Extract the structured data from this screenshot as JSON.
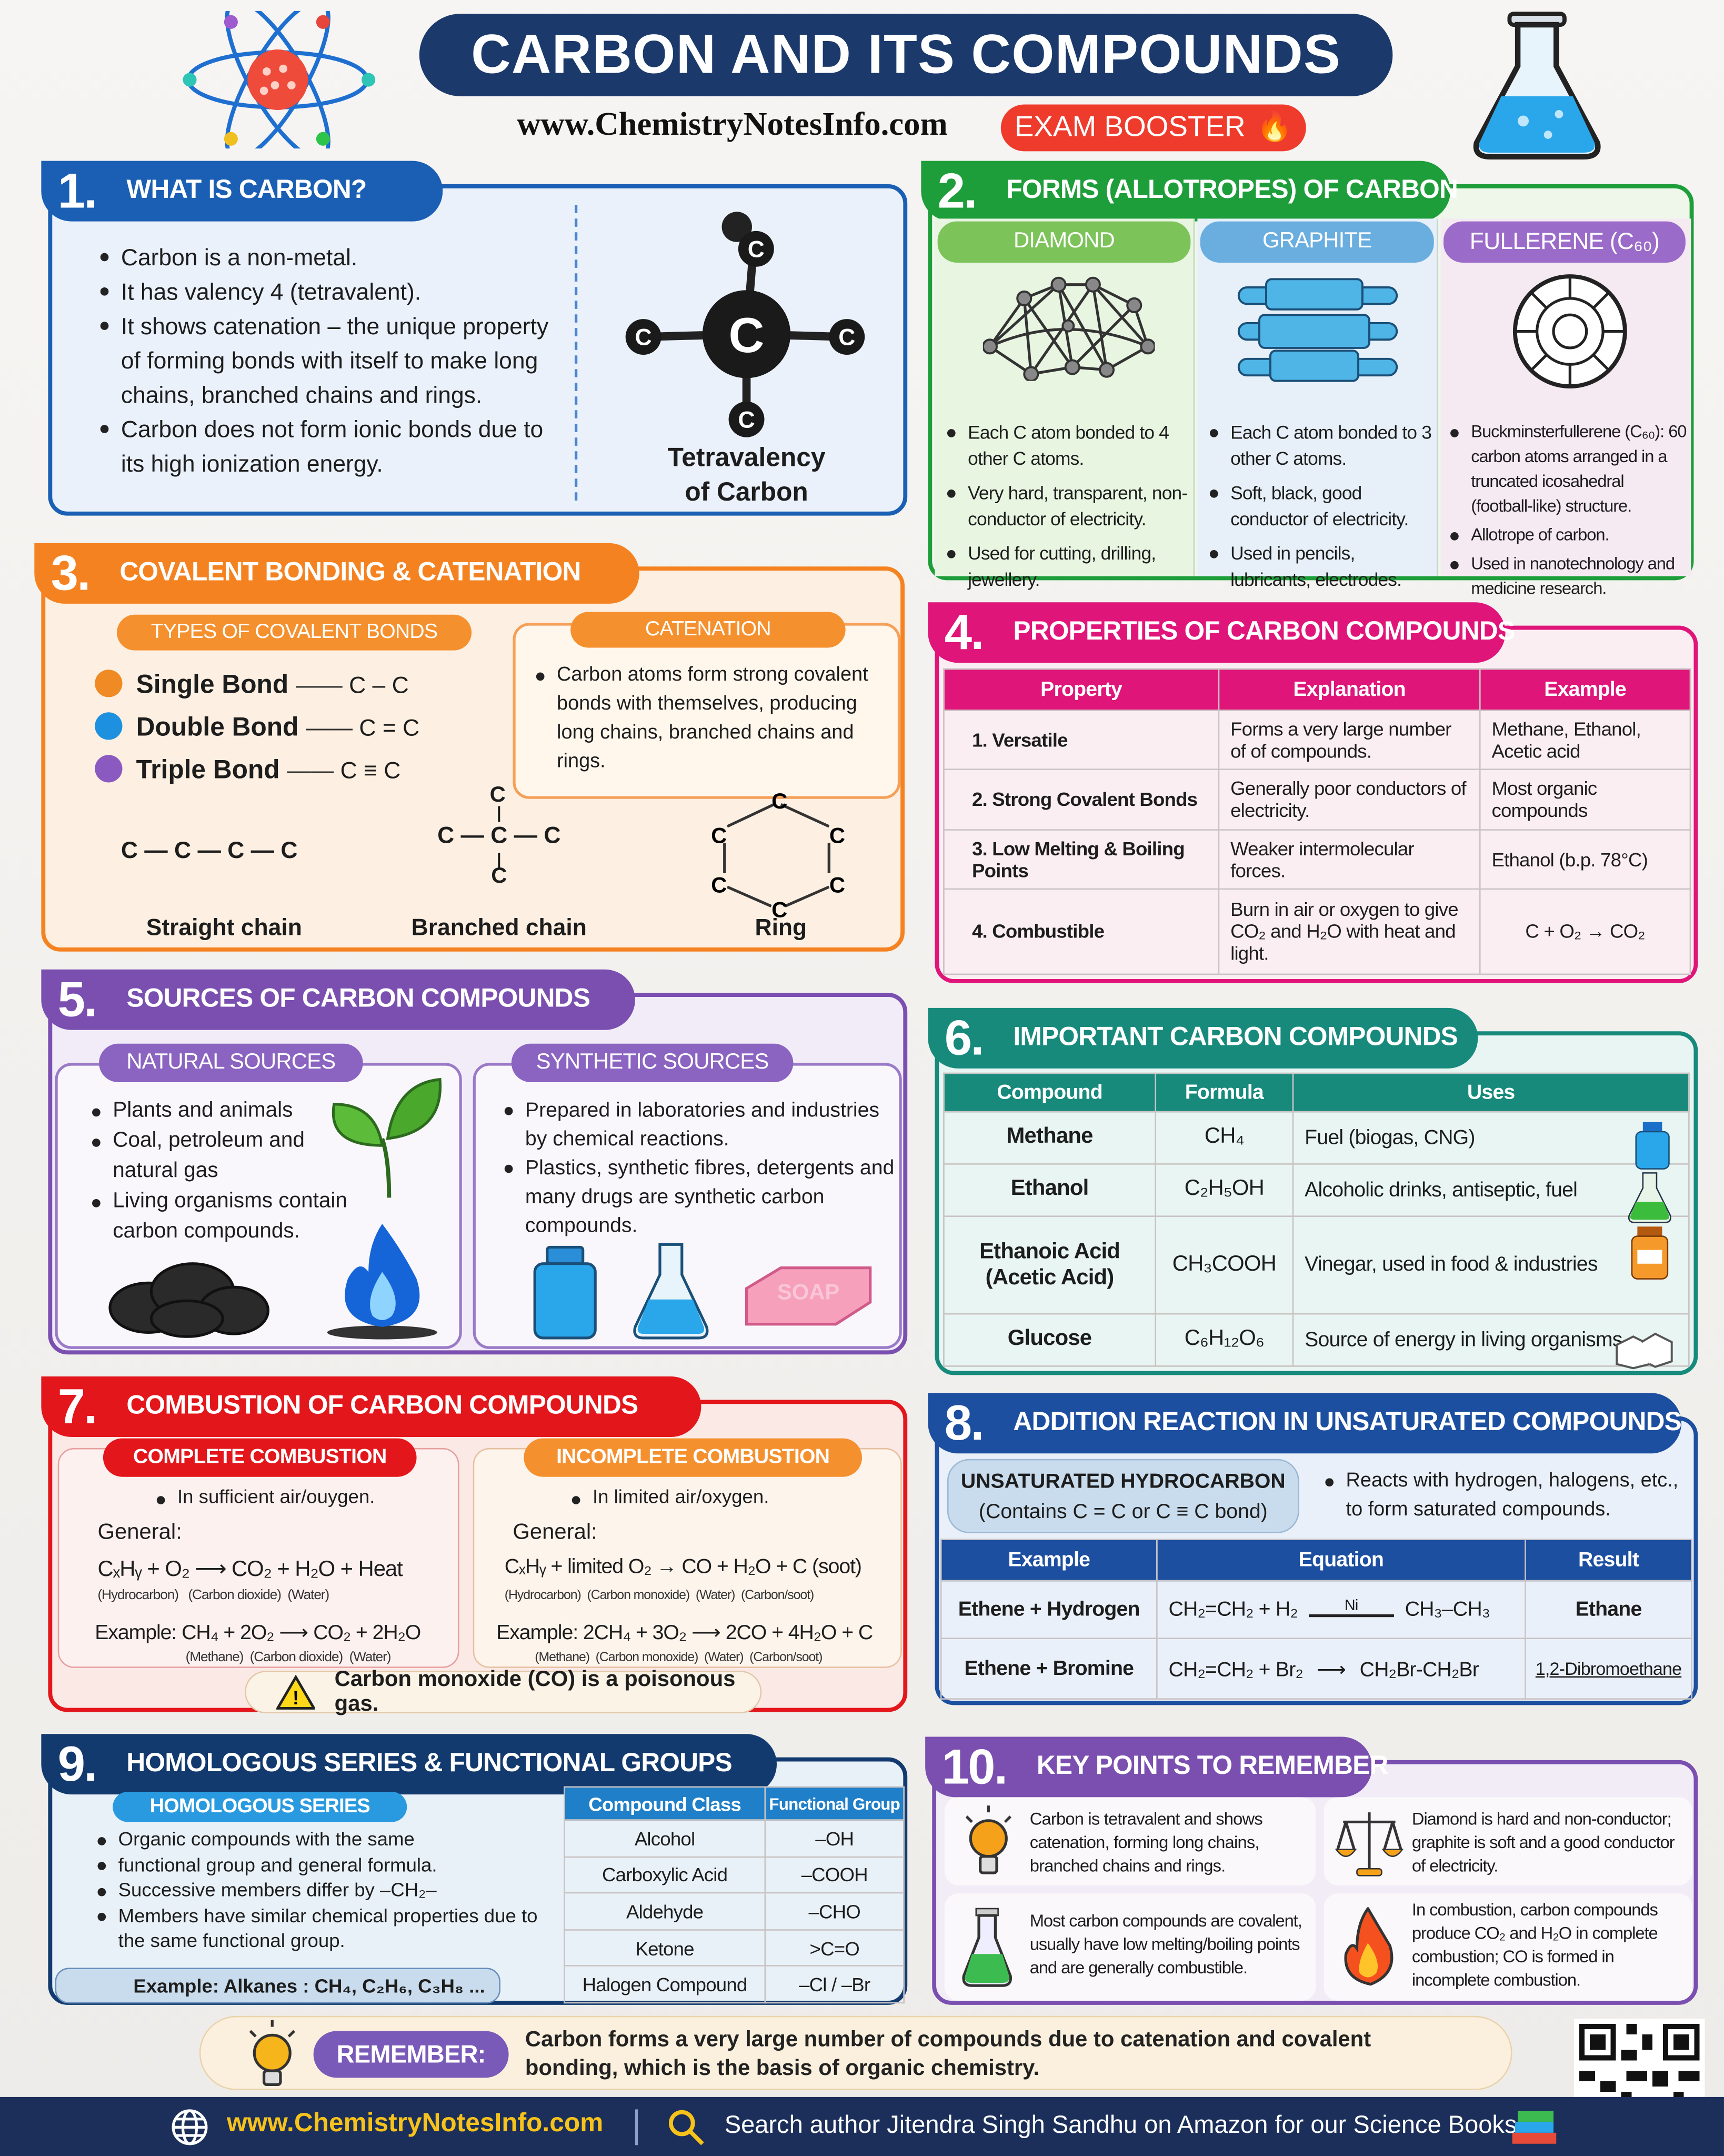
{
  "header": {
    "title": "CARBON AND ITS COMPOUNDS",
    "website": "www.ChemistryNotesInfo.com",
    "exam_booster": "EXAM BOOSTER",
    "icons": [
      "atom-icon",
      "flask-icon",
      "fire-icon"
    ]
  },
  "s1": {
    "num": "1.",
    "title": "WHAT IS CARBON?",
    "bullets": [
      "Carbon is a non-metal.",
      "It has valency 4 (tetravalent).",
      "It shows catenation – the unique property of forming bonds with itself to make long chains, branched chains and rings.",
      "Carbon does not form ionic bonds due to its high ionization energy."
    ],
    "atom": "C",
    "caption1": "Tetravalency",
    "caption2": "of Carbon"
  },
  "s2": {
    "num": "2.",
    "title": "FORMS (ALLOTROPES) OF CARBON",
    "columns": [
      {
        "name": "DIAMOND",
        "bullets": [
          "Each C atom bonded to 4 other C atoms.",
          "Very hard, transparent, non-conductor of electricity.",
          "Used for cutting, drilling, jewellery."
        ]
      },
      {
        "name": "GRAPHITE",
        "bullets": [
          "Each C atom bonded to 3 other C atoms.",
          "Soft, black, good conductor of electricity.",
          "Used in pencils, lubricants, electrodes."
        ]
      },
      {
        "name": "FULLERENE (C₆₀)",
        "bullets": [
          "Buckminsterfullerene (C₆₀): 60 carbon atoms arranged in a truncated icosahedral (football-like) structure.",
          "Allotrope of carbon.",
          "Used in nanotechnology and medicine research."
        ]
      }
    ]
  },
  "s3": {
    "num": "3.",
    "title": "COVALENT BONDING & CATENATION",
    "types_title": "TYPES OF COVALENT BONDS",
    "bonds": [
      {
        "name": "Single Bond",
        "formula": "C – C",
        "color": "#f08a24"
      },
      {
        "name": "Double Bond",
        "formula": "C = C",
        "color": "#1e90e0"
      },
      {
        "name": "Triple Bond",
        "formula": "C ≡ C",
        "color": "#8a5ac0"
      }
    ],
    "catenation_title": "CATENATION",
    "catenation_text": "Carbon atoms form strong covalent bonds with themselves, producing long chains, branched chains and rings.",
    "straight_chain": "C — C — C — C",
    "branched_main": "C — C — C",
    "atom": "C",
    "straight_label": "Straight chain",
    "branched_label": "Branched chain",
    "ring_label": "Ring"
  },
  "s4": {
    "num": "4.",
    "title": "PROPERTIES OF CARBON COMPOUNDS",
    "headers": [
      "Property",
      "Explanation",
      "Example"
    ],
    "rows": [
      [
        "1. Versatile",
        "Forms a very large number of of compounds.",
        "Methane, Ethanol, Acetic acid"
      ],
      [
        "2. Strong Covalent Bonds",
        "Generally poor conductors of electricity.",
        "Most organic compounds"
      ],
      [
        "3. Low Melting & Boiling Points",
        "Weaker intermolecular forces.",
        "Ethanol (b.p. 78°C)"
      ],
      [
        "4. Combustible",
        "Burn in air or oxygen to give CO₂ and H₂O with heat and light.",
        "C + O₂ → CO₂"
      ]
    ]
  },
  "s5": {
    "num": "5.",
    "title": "SOURCES OF CARBON COMPOUNDS",
    "natural_title": "NATURAL SOURCES",
    "natural": [
      "Plants and animals",
      "Coal, petroleum and natural gas",
      "Living organisms contain carbon compounds."
    ],
    "synthetic_title": "SYNTHETIC SOURCES",
    "synthetic": [
      "Prepared in laboratories and industries by chemical reactions.",
      "Plastics, synthetic fibres, detergents and many drugs are synthetic carbon compounds."
    ],
    "soap": "SOAP"
  },
  "s6": {
    "num": "6.",
    "title": "IMPORTANT CARBON COMPOUNDS",
    "headers": [
      "Compound",
      "Formula",
      "Uses"
    ],
    "rows": [
      {
        "compound": "Methane",
        "formula": "CH₄",
        "uses": "Fuel (biogas, CNG)",
        "icon": "bottle-icon"
      },
      {
        "compound": "Ethanol",
        "formula": "C₂H₅OH",
        "uses": "Alcoholic drinks, antiseptic, fuel",
        "icon": "flask-icon"
      },
      {
        "compound": "Ethanoic Acid (Acetic Acid)",
        "formula": "CH₃COOH",
        "uses": "Vinegar, used in food & industries",
        "icon": "jar-icon"
      },
      {
        "compound": "Glucose",
        "formula": "C₆H₁₂O₆",
        "uses": "Source of energy in living organisms",
        "icon": "sugar-cubes-icon"
      }
    ]
  },
  "s7": {
    "num": "7.",
    "title": "COMBUSTION OF CARBON COMPOUNDS",
    "complete": {
      "title": "COMPLETE COMBUSTION",
      "bullet": "In sufficient air/ouygen.",
      "general": "General:",
      "equation": "CₓHᵧ + O₂ ⟶ CO₂ + H₂O + Heat",
      "eq_labels": "(Hydrocarbon)   (Carbon dioxide)  (Water)",
      "example": "Example: CH₄ + 2O₂ ⟶ CO₂ + 2H₂O",
      "ex_labels": "(Methane)  (Carbon dioxide)  (Water)"
    },
    "incomplete": {
      "title": "INCOMPLETE COMBUSTION",
      "bullet": "In limited air/oxygen.",
      "general": "General:",
      "equation": "CₓHᵧ + limited O₂ → CO + H₂O + C (soot)",
      "eq_labels": "(Hydrocarbon)  (Carbon monoxide)  (Water)  (Carbon/soot)",
      "example": "Example: 2CH₄ + 3O₂ ⟶ 2CO + 4H₂O + C",
      "ex_labels": "(Methane)  (Carbon monoxide)  (Water)  (Carbon/soot)"
    },
    "warning": "Carbon monoxide (CO) is a poisonous gas."
  },
  "s8": {
    "num": "8.",
    "title": "ADDITION REACTION IN UNSATURATED COMPOUNDS",
    "box1": "UNSATURATED HYDROCARBON",
    "box2": "(Contains C = C or C ≡ C bond)",
    "bullet": "Reacts with hydrogen, halogens, etc., to form saturated compounds.",
    "headers": [
      "Example",
      "Equation",
      "Result"
    ],
    "rows": [
      {
        "example": "Ethene + Hydrogen",
        "lhs": "CH₂=CH₂ + H₂",
        "catalyst": "Ni",
        "rhs": "CH₃–CH₃",
        "result": "Ethane"
      },
      {
        "example": "Ethene + Bromine",
        "lhs": "CH₂=CH₂ + Br₂",
        "catalyst": "",
        "rhs": "CH₂Br-CH₂Br",
        "result": "1,2-Dibromoethane"
      }
    ]
  },
  "s9": {
    "num": "9.",
    "title": "HOMOLOGOUS SERIES & FUNCTIONAL GROUPS",
    "homologous_title": "HOMOLOGOUS SERIES",
    "bullets": [
      "Organic compounds with the same",
      "functional group and general formula.",
      "Successive members differ by –CH₂–",
      "Members have similar chemical properties due to the same functional group."
    ],
    "example": "Example: Alkanes : CH₄, C₂H₆, C₃H₈ ...",
    "headers": [
      "Compound Class",
      "Functional Group"
    ],
    "rows": [
      [
        "Alcohol",
        "–OH"
      ],
      [
        "Carboxylic Acid",
        "–COOH"
      ],
      [
        "Aldehyde",
        "–CHO"
      ],
      [
        "Ketone",
        ">C=O"
      ],
      [
        "Halogen Compound",
        "–Cl / –Br"
      ]
    ]
  },
  "s10": {
    "num": "10.",
    "title": "KEY POINTS TO REMEMBER",
    "points": [
      {
        "icon": "light-bulb-icon",
        "text": "Carbon is tetravalent and shows catenation, forming long chains, branched chains and rings."
      },
      {
        "icon": "balance-scale-icon",
        "text": "Diamond is hard and non-conductor; graphite is soft and a good conductor of electricity."
      },
      {
        "icon": "flask-icon",
        "text": "Most carbon compounds are covalent, usually have low melting/boiling points and are generally combustible."
      },
      {
        "icon": "fire-icon",
        "text": "In combustion, carbon compounds produce CO₂ and H₂O in complete combustion; CO is formed in incomplete combustion."
      }
    ]
  },
  "remember": {
    "label": "REMEMBER:",
    "text": "Carbon forms a very large number of compounds due to catenation and covalent bonding, which is the basis of organic chemistry."
  },
  "footer": {
    "website": "www.ChemistryNotesInfo.com",
    "search_text": "Search author Jitendra Singh Sandhu on Amazon for our Science Books"
  },
  "colors": {
    "navy": "#1b3a6b",
    "blue": "#1a5fb4",
    "green": "#1e9e3a",
    "orange": "#f58220",
    "pink": "#e0157a",
    "purple": "#7a4fb0",
    "teal": "#178a7c",
    "red": "#e3161b"
  }
}
